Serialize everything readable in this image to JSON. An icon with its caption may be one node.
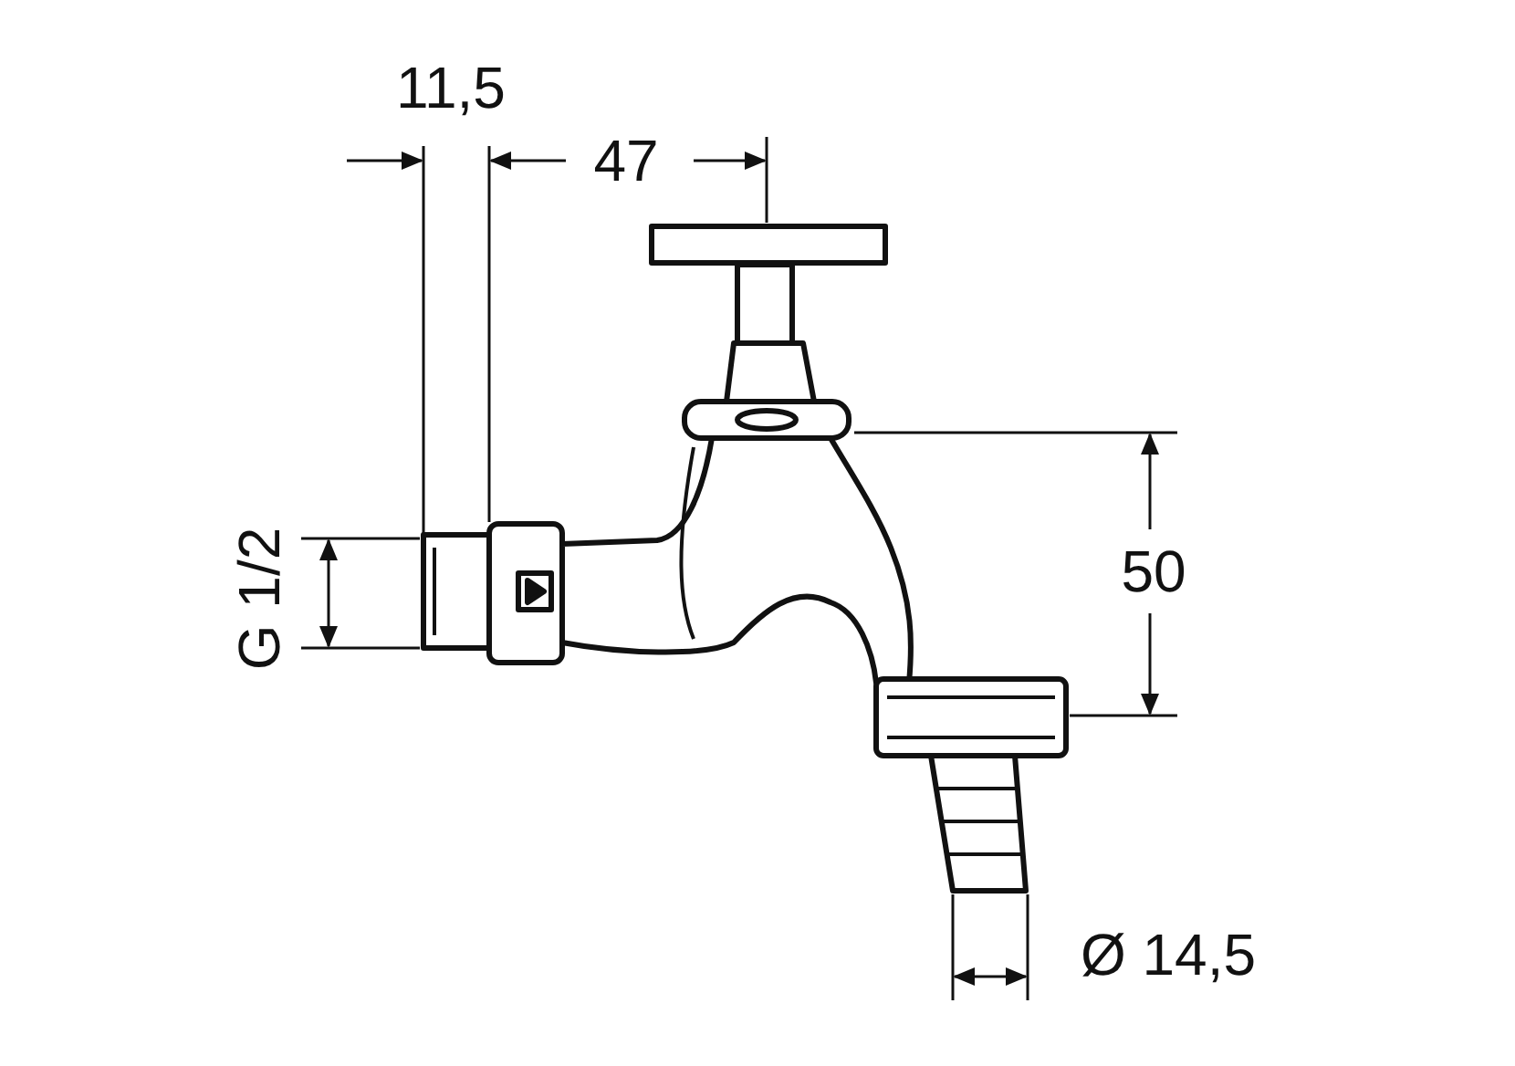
{
  "diagram": {
    "labels": [
      "11,5",
      "47",
      "G 1/2",
      "50",
      "Ø 14,5"
    ]
  }
}
